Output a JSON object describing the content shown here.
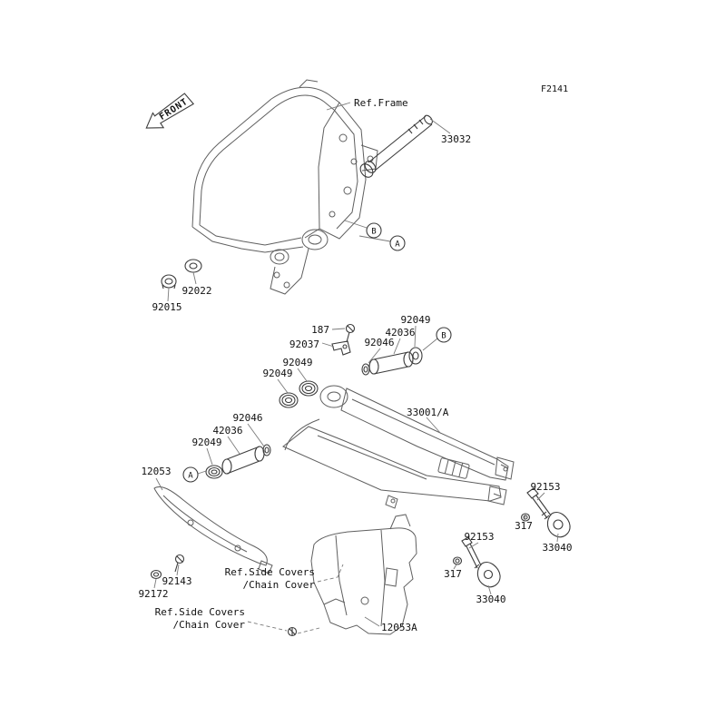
{
  "figure": {
    "code": "F2141"
  },
  "orientation": {
    "front_label": "FRONT"
  },
  "references": {
    "frame": "Ref.Frame",
    "side_covers_line1": "Ref.Side Covers",
    "side_covers_line2": "/Chain Cover"
  },
  "markers": {
    "a": "A",
    "b": "B"
  },
  "parts": {
    "axle": "33032",
    "washer": "92022",
    "cap": "92015",
    "bolt_small": "187",
    "bracket": "92037",
    "seal": "92049",
    "sleeve": "42036",
    "collar": "92046",
    "swingarm": "33001/A",
    "bolt": "92153",
    "nut": "317",
    "clip": "33040",
    "chain_guard": "12053",
    "screw": "92143",
    "damper": "92172",
    "chain_cover": "12053A"
  }
}
